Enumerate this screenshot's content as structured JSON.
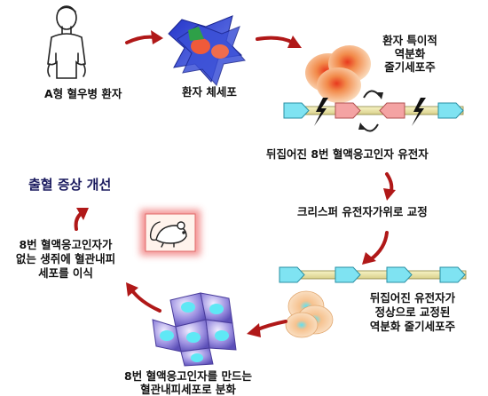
{
  "labels": {
    "patient": "A형 혈우병 환자",
    "somatic": "환자 체세포",
    "ipsc": [
      "환자 특이적",
      "역분화",
      "줄기세포주"
    ],
    "inverted": "뒤집어진 8번 혈액응고인자 유전자",
    "crispr": "크리스퍼 유전자가위로 교정",
    "corrected": [
      "뒤집어진 유전자가",
      "정상으로 교정된",
      "역분화 줄기세포주"
    ],
    "differentiate": [
      "8번 혈액응고인자를 만드는",
      "혈관내피세포로 분화"
    ],
    "transplant": [
      "8번 혈액응고인자가",
      "없는 생쥐에 혈관내피",
      "세포를 이식"
    ],
    "result": "출혈 증상 개선"
  },
  "colors": {
    "arrow": "#b01818",
    "title": "#1a1a5e",
    "gene_segment": "#7fe3f2",
    "inverted_segment": "#f4a3a3",
    "somatic_cell": "#3a4fd6",
    "ipsc_cell": "#f6c28f",
    "endothelial_cell": "#8c7fd8"
  },
  "icons": [
    "person-icon",
    "somatic-cell-icon",
    "ipsc-cell-icon",
    "dna-break-icon",
    "mouse-icon",
    "endothelial-cell-icon"
  ]
}
